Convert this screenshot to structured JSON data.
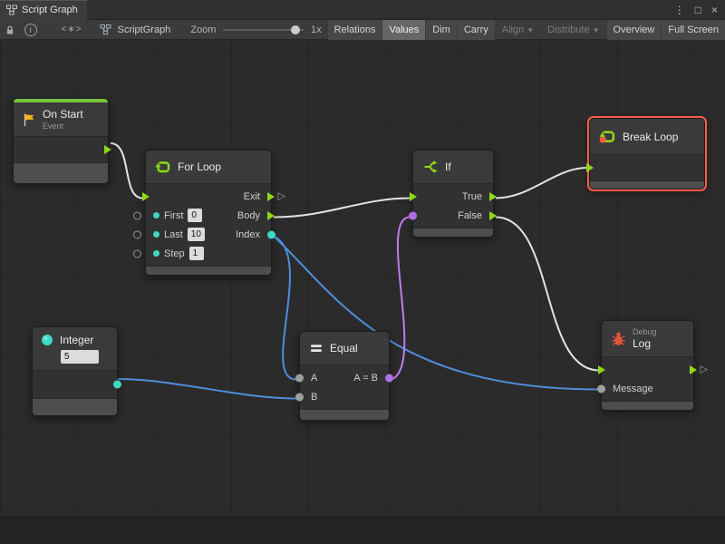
{
  "window": {
    "tab": {
      "title": "Script Graph"
    },
    "controls": {
      "menu": "⋮",
      "maximize": "□",
      "close": "×"
    }
  },
  "toolbar": {
    "graph_label": "ScriptGraph",
    "zoom": {
      "label": "Zoom",
      "value": "1x"
    },
    "buttons": [
      {
        "label": "Relations",
        "state": "normal"
      },
      {
        "label": "Values",
        "state": "active"
      },
      {
        "label": "Dim",
        "state": "normal"
      },
      {
        "label": "Carry",
        "state": "normal"
      },
      {
        "label": "Align",
        "state": "disabled",
        "caret": true
      },
      {
        "label": "Distribute",
        "state": "disabled",
        "caret": true
      },
      {
        "label": "Overview",
        "state": "normal"
      },
      {
        "label": "Full Screen",
        "state": "normal"
      }
    ]
  },
  "glyphs": {
    "hollow_triangle": "▷",
    "caret": "▼",
    "info": "i",
    "code": "<∗>"
  },
  "nodes": {
    "on_start": {
      "title": "On Start",
      "subtitle": "Event"
    },
    "for_loop": {
      "title": "For Loop",
      "inputs": {
        "first": {
          "label": "First",
          "value": "0"
        },
        "last": {
          "label": "Last",
          "value": "10"
        },
        "step": {
          "label": "Step",
          "value": "1"
        }
      },
      "outputs": {
        "exit": "Exit",
        "body": "Body",
        "index": "Index"
      }
    },
    "if": {
      "title": "If",
      "outputs": {
        "true": "True",
        "false": "False"
      }
    },
    "break_loop": {
      "title": "Break Loop",
      "selected": true
    },
    "integer": {
      "title": "Integer",
      "value": "5"
    },
    "equal": {
      "title": "Equal",
      "inputs": {
        "a": "A",
        "b": "B"
      },
      "output": "A = B"
    },
    "debug_log": {
      "kicker": "Debug",
      "title": "Log",
      "inputs": {
        "message": "Message"
      }
    }
  },
  "colors": {
    "flow_green": "#8fd818",
    "event_green": "#77c33a",
    "teal": "#3ed8c3",
    "purple": "#b06fe8",
    "wire_blue": "#4e8fdc",
    "wire_white": "#e4e4e4",
    "selection_red": "#ff5c47",
    "flag_orange": "#f6b322",
    "bug_red": "#e2533c"
  }
}
